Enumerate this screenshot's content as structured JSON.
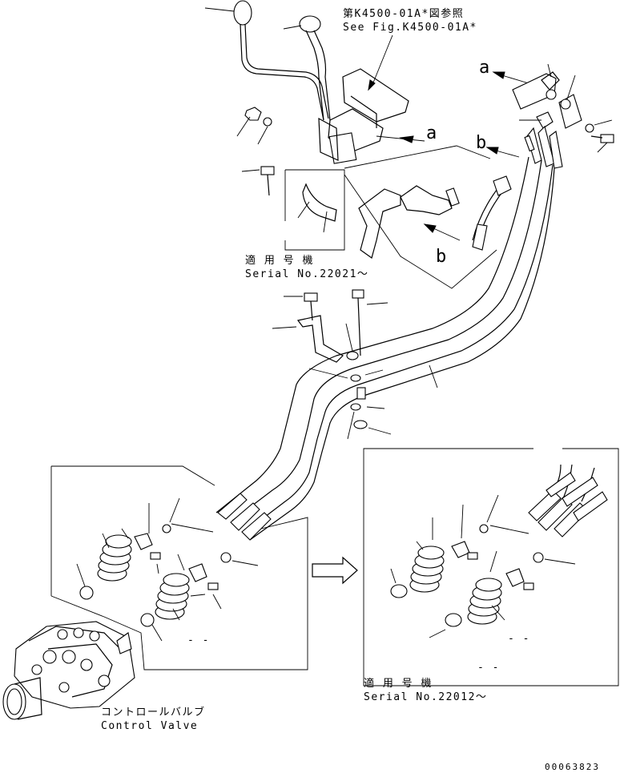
{
  "refs": {
    "fig_jp": "第K4500-01A*図参照",
    "fig_en": "See Fig.K4500-01A*"
  },
  "serials": {
    "top_jp": "適 用 号 機",
    "top_en": "Serial No.22021～",
    "bottom_jp": "適 用 号 機",
    "bottom_en": "Serial No.22012～"
  },
  "valve": {
    "jp": "コントロールバルブ",
    "en": "Control Valve"
  },
  "arrow_labels": {
    "a1": "a",
    "a2": "a",
    "b1": "b",
    "b2": "b"
  },
  "dash_marks": {
    "m1": "- -",
    "m2": "- -",
    "m3": "- -"
  },
  "drawing_number": "00063823"
}
